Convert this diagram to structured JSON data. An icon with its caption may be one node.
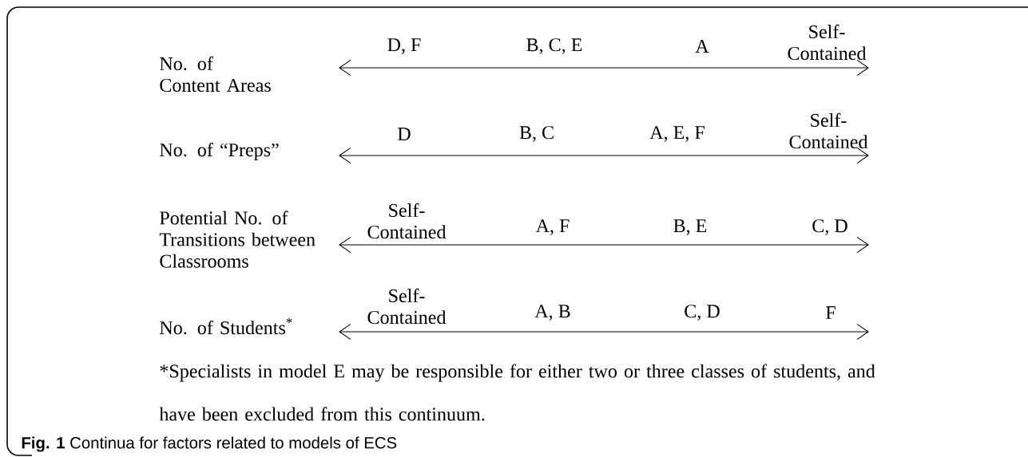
{
  "diagram": {
    "caption": "**Fig. 1** Continua for factors related to models of ECS",
    "labels": [
      "No. of Content Areas",
      "D, F",
      "B, C, E",
      "A",
      "Self-Contained",
      "No. of “Preps”",
      "D",
      "B, C",
      "A, E, F",
      "Self-Contained",
      "Potential No. of Transitions between Classrooms",
      "Self-Contained",
      "A, F",
      "B, E",
      "C, D",
      "No. of Students$^{*}$",
      "Self-Contained",
      "A, B",
      "C, D",
      "F",
      "*Specialists in model E may be responsible for either two or three classes of students, and have been excluded from this continuum."
    ]
  }
}
